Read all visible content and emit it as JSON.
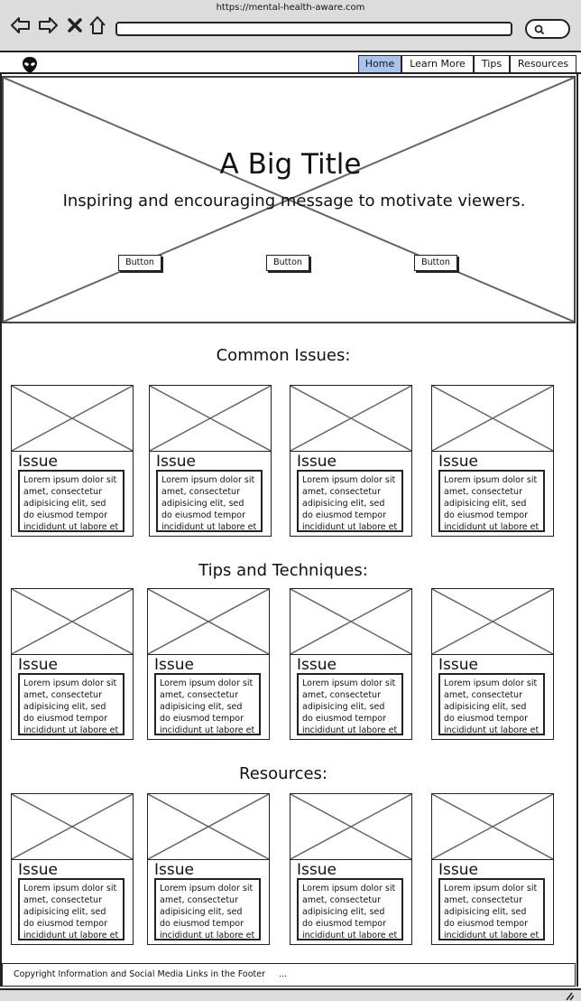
{
  "browser": {
    "url": "https://mental-health-aware.com",
    "icons": [
      "back-arrow-icon",
      "forward-arrow-icon",
      "close-icon",
      "home-icon",
      "search-icon"
    ]
  },
  "nav": {
    "logo_icon": "alien-head-icon",
    "tabs": [
      {
        "label": "Home",
        "active": true
      },
      {
        "label": "Learn More",
        "active": false
      },
      {
        "label": "Tips",
        "active": false
      },
      {
        "label": "Resources",
        "active": false
      }
    ]
  },
  "hero": {
    "title": "A Big Title",
    "subtitle": "Inspiring and encouraging message to motivate viewers.",
    "buttons": [
      "Button",
      "Button",
      "Button"
    ]
  },
  "sections": [
    {
      "title": "Common Issues:",
      "cards": [
        {
          "title": "Issue",
          "text": "Lorem ipsum dolor sit amet, consectetur adipisicing elit, sed do eiusmod tempor incididunt ut labore et"
        },
        {
          "title": "Issue",
          "text": "Lorem ipsum dolor sit amet, consectetur adipisicing elit, sed do eiusmod tempor incididunt ut labore et"
        },
        {
          "title": "Issue",
          "text": "Lorem ipsum dolor sit amet, consectetur adipisicing elit, sed do eiusmod tempor incididunt ut labore et"
        },
        {
          "title": "Issue",
          "text": "Lorem ipsum dolor sit amet, consectetur adipisicing elit, sed do eiusmod tempor incididunt ut labore et"
        }
      ]
    },
    {
      "title": "Tips and Techniques:",
      "cards": [
        {
          "title": "Issue",
          "text": "Lorem ipsum dolor sit amet, consectetur adipisicing elit, sed do eiusmod tempor incididunt ut labore et"
        },
        {
          "title": "Issue",
          "text": "Lorem ipsum dolor sit amet, consectetur adipisicing elit, sed do eiusmod tempor incididunt ut labore et"
        },
        {
          "title": "Issue",
          "text": "Lorem ipsum dolor sit amet, consectetur adipisicing elit, sed do eiusmod tempor incididunt ut labore et"
        },
        {
          "title": "Issue",
          "text": "Lorem ipsum dolor sit amet, consectetur adipisicing elit, sed do eiusmod tempor incididunt ut labore et"
        }
      ]
    },
    {
      "title": "Resources:",
      "cards": [
        {
          "title": "Issue",
          "text": "Lorem ipsum dolor sit amet, consectetur adipisicing elit, sed do eiusmod tempor incididunt ut labore et"
        },
        {
          "title": "Issue",
          "text": "Lorem ipsum dolor sit amet, consectetur adipisicing elit, sed do eiusmod tempor incididunt ut labore et"
        },
        {
          "title": "Issue",
          "text": "Lorem ipsum dolor sit amet, consectetur adipisicing elit, sed do eiusmod tempor incididunt ut labore et"
        },
        {
          "title": "Issue",
          "text": "Lorem ipsum dolor sit amet, consectetur adipisicing elit, sed do eiusmod tempor incididunt ut labore et"
        }
      ]
    }
  ],
  "footer": {
    "text": "Copyright Information and Social Media Links in the Footer",
    "ellipsis": "..."
  },
  "colors": {
    "chrome": "#dcdcdc",
    "active_tab": "#a9c4eb",
    "stroke": "#222222"
  }
}
